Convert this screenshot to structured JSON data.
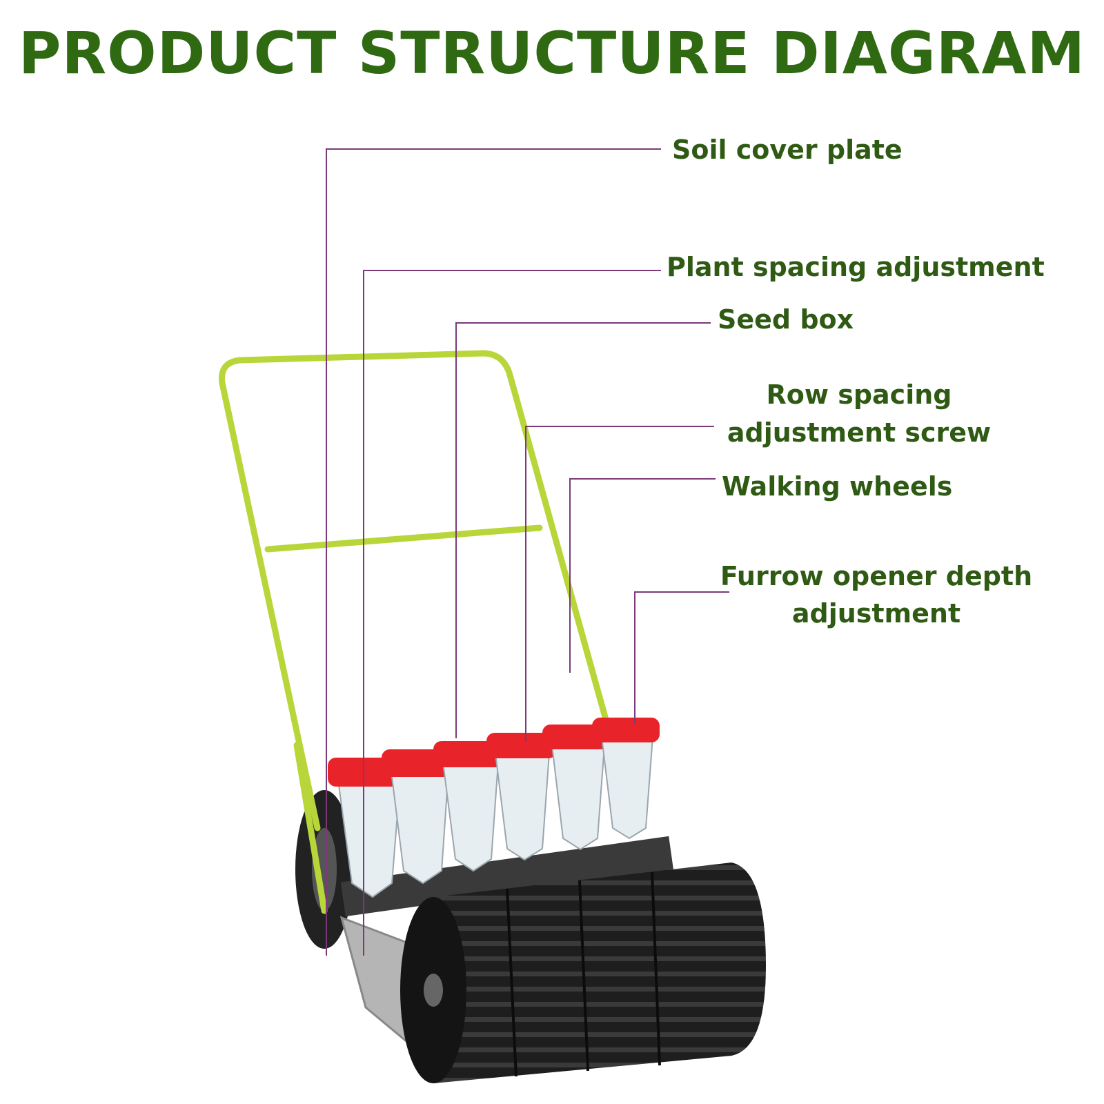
{
  "title": "PRODUCT STRUCTURE DIAGRAM",
  "colors": {
    "title": "#2f6a12",
    "label": "#2f5a14",
    "leader": "#7a3a78",
    "frame": "#b8d63a",
    "hopper_lid": "#e8242a",
    "roller": "#1c1c1c"
  },
  "labels": {
    "soil_cover_plate": "Soil cover plate",
    "plant_spacing": "Plant spacing adjustment",
    "seed_box": "Seed box",
    "row_spacing_1": "Row spacing",
    "row_spacing_2": "adjustment screw",
    "walking_wheels": "Walking wheels",
    "furrow_1": "Furrow opener depth",
    "furrow_2": "adjustment"
  }
}
